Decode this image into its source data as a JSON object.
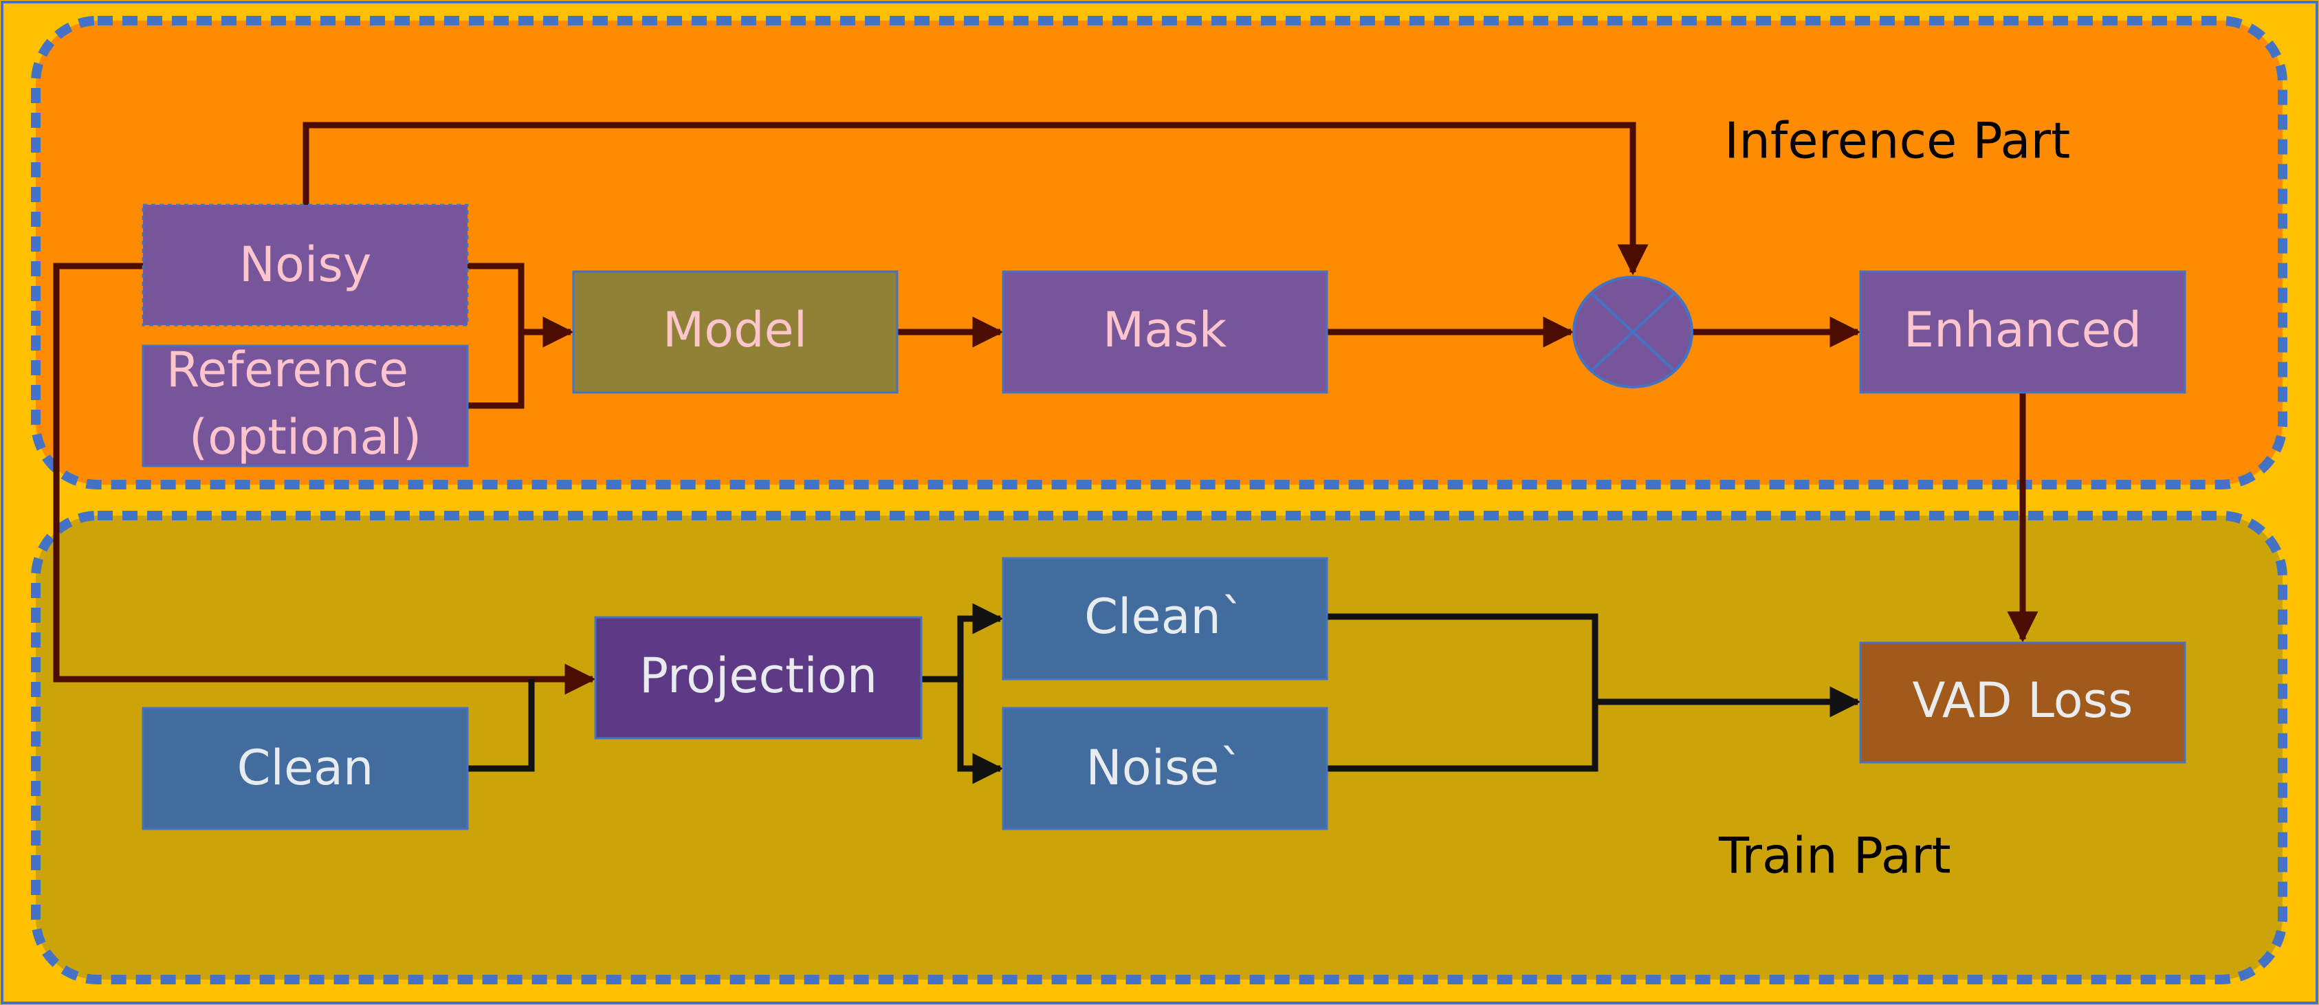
{
  "regions": {
    "inference": {
      "label": "Inference Part"
    },
    "train": {
      "label": "Train Part"
    }
  },
  "nodes": {
    "noisy": "Noisy",
    "reference_line1": "Reference",
    "reference_line2": "(optional)",
    "model": "Model",
    "mask": "Mask",
    "enhanced": "Enhanced",
    "clean": "Clean",
    "projection": "Projection",
    "clean_prime": "Clean`",
    "noise_prime": "Noise`",
    "vad_loss": "VAD Loss"
  },
  "multiply_icon": "multiply-circle-icon",
  "colors": {
    "page": "#ffc000",
    "inference_fill": "#ff8c00",
    "train_fill": "#cca40a",
    "dashed_border": "#4472c4",
    "purple_node": "#76559a",
    "model_node": "#8f8135",
    "blue_node": "#426b9e",
    "projection_node": "#5e3a86",
    "vad_node": "#a25a1a",
    "pink_text": "#ffc5cc",
    "light_text": "#e8ecef",
    "inference_line": "#4a0d00",
    "train_line": "#111111"
  }
}
